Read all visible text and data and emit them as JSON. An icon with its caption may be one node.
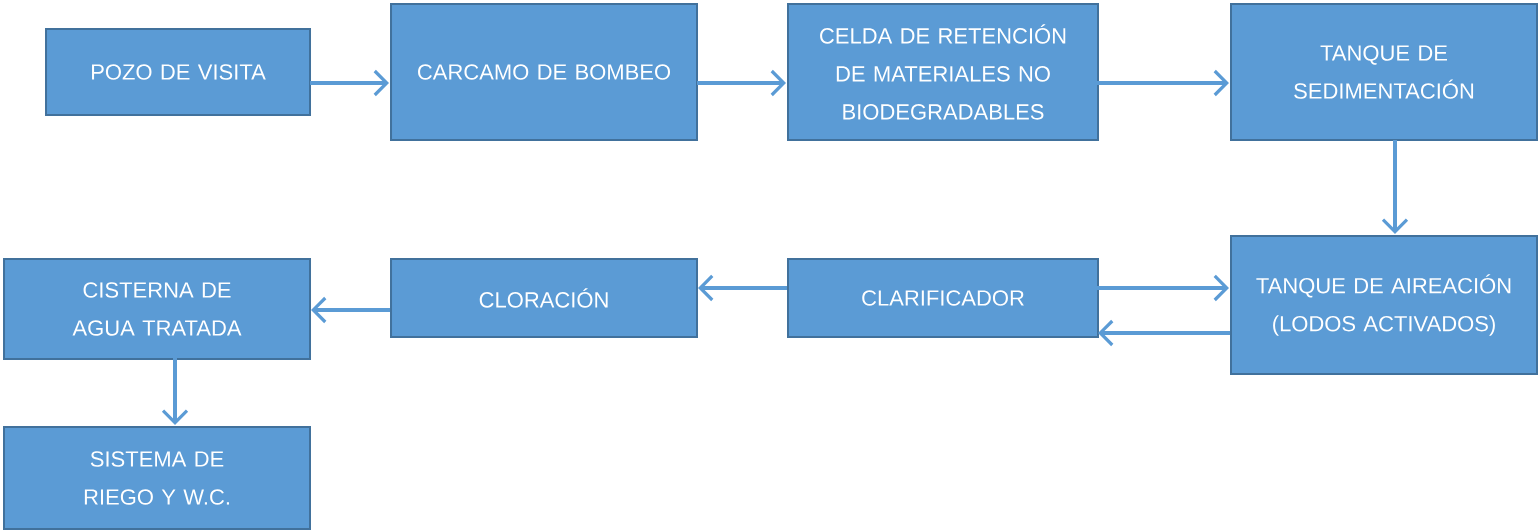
{
  "diagram": {
    "nodes": [
      {
        "text": [
          "POZO DE VISITA"
        ]
      },
      {
        "text": [
          "CARCAMO DE BOMBEO"
        ]
      },
      {
        "text": [
          "CELDA DE RETENCIÓN DE  MATERIALES NO BIODEGRADABLES"
        ]
      },
      {
        "text": [
          "TANQUE DE SEDIMENTACIÓN"
        ]
      },
      {
        "text": [
          "TANQUE DE AIREACIÓN (LODOS ACTIVADOS)"
        ]
      },
      {
        "text": [
          "CLARIFICADOR"
        ]
      },
      {
        "text": [
          "CLORACIÓN"
        ]
      },
      {
        "text": [
          "CISTERNA DE AGUA TRATADA"
        ]
      },
      {
        "text": [
          "SISTEMA DE RIEGO Y W.C."
        ]
      }
    ],
    "edges": [
      {
        "from": 0,
        "to": 1,
        "arrow": "to"
      },
      {
        "from": 1,
        "to": 2,
        "arrow": "to"
      },
      {
        "from": 2,
        "to": 3,
        "arrow": "to"
      },
      {
        "from": 3,
        "to": 4,
        "arrow": "to"
      },
      {
        "from": 5,
        "to": 4,
        "arrow": "to"
      },
      {
        "from": 4,
        "to": 5,
        "arrow": "to"
      },
      {
        "from": 5,
        "to": 6,
        "arrow": "to"
      },
      {
        "from": 6,
        "to": 7,
        "arrow": "to"
      },
      {
        "from": 7,
        "to": 8,
        "arrow": "to"
      }
    ]
  }
}
